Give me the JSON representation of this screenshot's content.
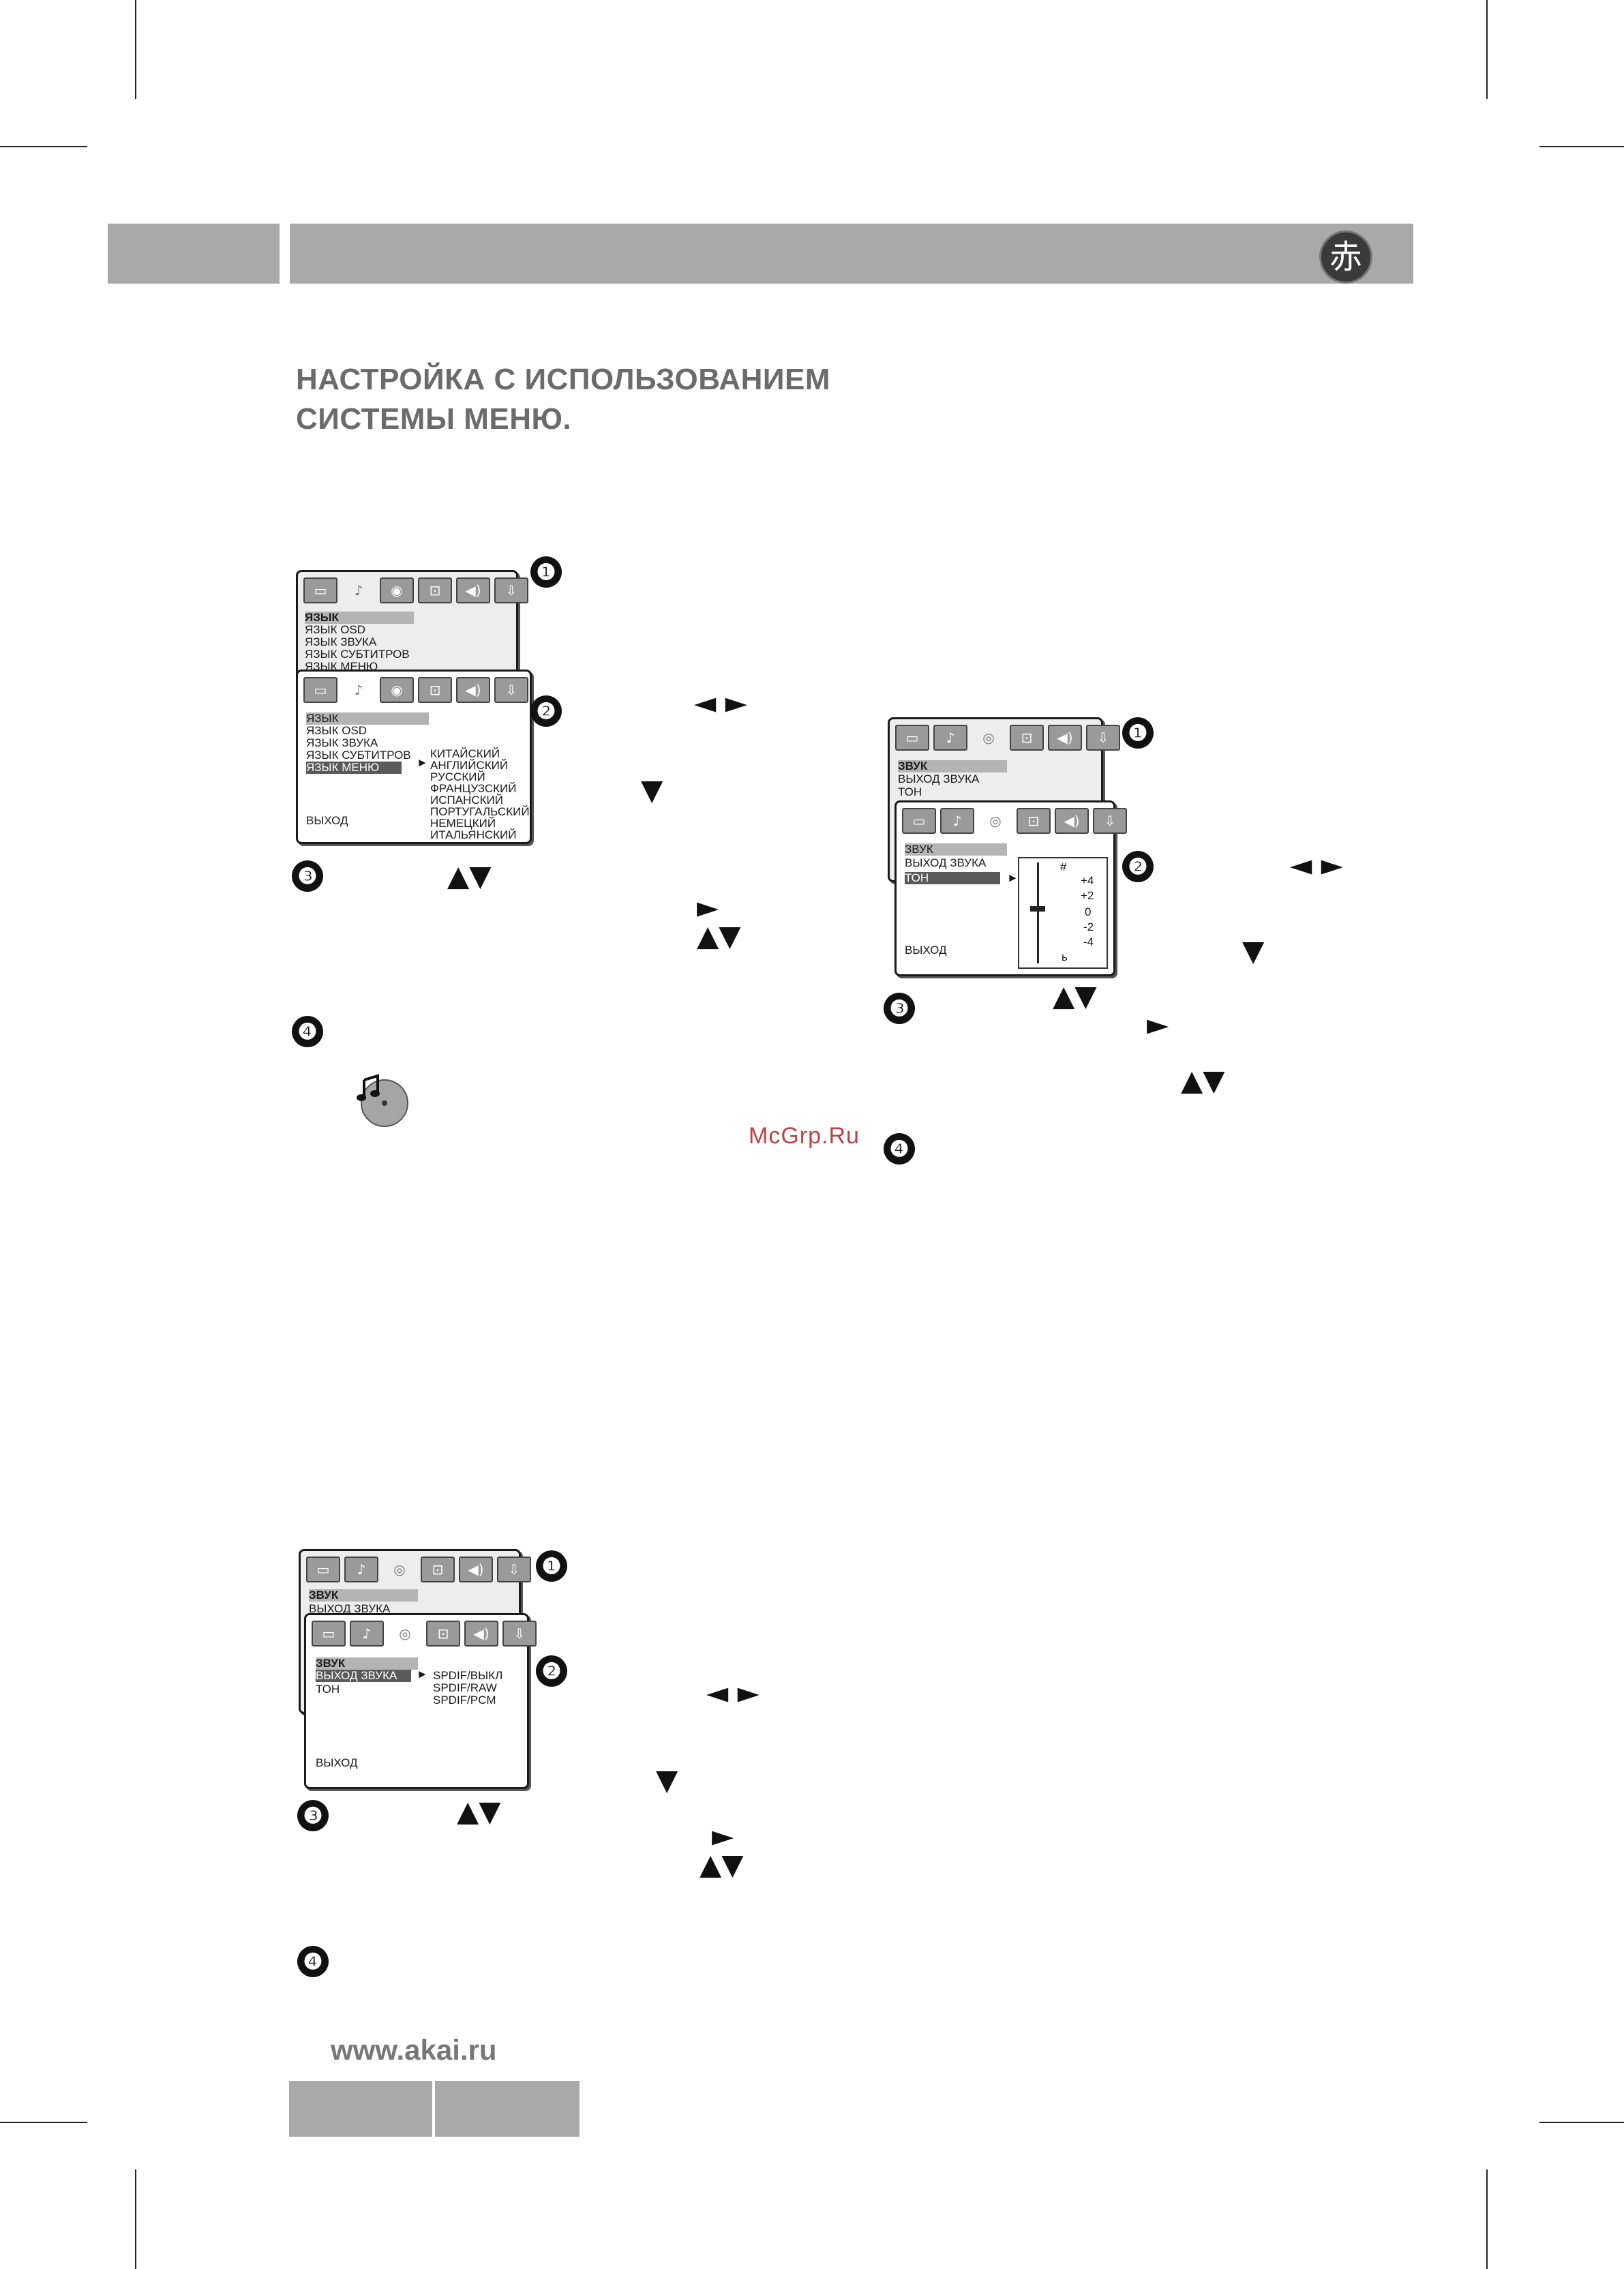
{
  "page": {
    "title_line1": "НАСТРОЙКА С ИСПОЛЬЗОВАНИЕМ",
    "title_line2": "СИСТЕМЫ МЕНЮ.",
    "seal_char": "赤",
    "footer_url": "www.akai.ru",
    "watermark": "McGrp.Ru"
  },
  "steps": [
    "❶",
    "❷",
    "❸",
    "❹"
  ],
  "arrows": {
    "left_right": "◄ ►",
    "down": "▼",
    "up_down": "▲▼",
    "right": "►"
  },
  "icons": [
    "monitor-icon",
    "person-speaker-icon",
    "disc-icon",
    "tv-settings-icon",
    "speaker-icon",
    "arrow-exit-icon"
  ],
  "lang_menu_back": {
    "items": [
      "ЯЗЫК",
      "ЯЗЫК OSD",
      "ЯЗЫК ЗВУКА",
      "ЯЗЫК СУБТИТРОВ",
      "ЯЗЫК МЕНЮ"
    ]
  },
  "lang_menu_front": {
    "items": [
      "ЯЗЫК",
      "ЯЗЫК OSD",
      "ЯЗЫК ЗВУКА",
      "ЯЗЫК СУБТИТРОВ",
      "ЯЗЫК МЕНЮ"
    ],
    "exit": "ВЫХОД",
    "pointer": "►",
    "options": [
      "КИТАЙСКИЙ",
      "АНГЛИЙСКИЙ",
      "РУССКИЙ",
      "ФРАНЦУЗСКИЙ",
      "ИСПАНСКИЙ",
      "ПОРТУГАЛЬСКИЙ",
      "НЕМЕЦКИЙ",
      "ИТАЛЬЯНСКИЙ"
    ]
  },
  "sound_menu_back": {
    "items": [
      "ЗВУК",
      "ВЫХОД  ЗВУКА",
      "ТОН"
    ]
  },
  "sound_menu_front": {
    "items": [
      "ЗВУК",
      "ВЫХОД  ЗВУКА",
      "ТОН"
    ],
    "exit": "ВЫХОД",
    "pointer": "►",
    "tone_labels": [
      "#",
      "+4",
      "+2",
      "0",
      "-2",
      "-4",
      "ь"
    ]
  },
  "spdif_menu_back": {
    "items": [
      "ЗВУК",
      "ВЫХОД  ЗВУКА"
    ]
  },
  "spdif_menu_front": {
    "items": [
      "ЗВУК",
      "ВЫХОД  ЗВУКА",
      "ТОН"
    ],
    "exit": "ВЫХОД",
    "pointer": "►",
    "options": [
      "SPDIF/ВЫКЛ",
      "SPDIF/RAW",
      "SPDIF/PCM"
    ]
  }
}
